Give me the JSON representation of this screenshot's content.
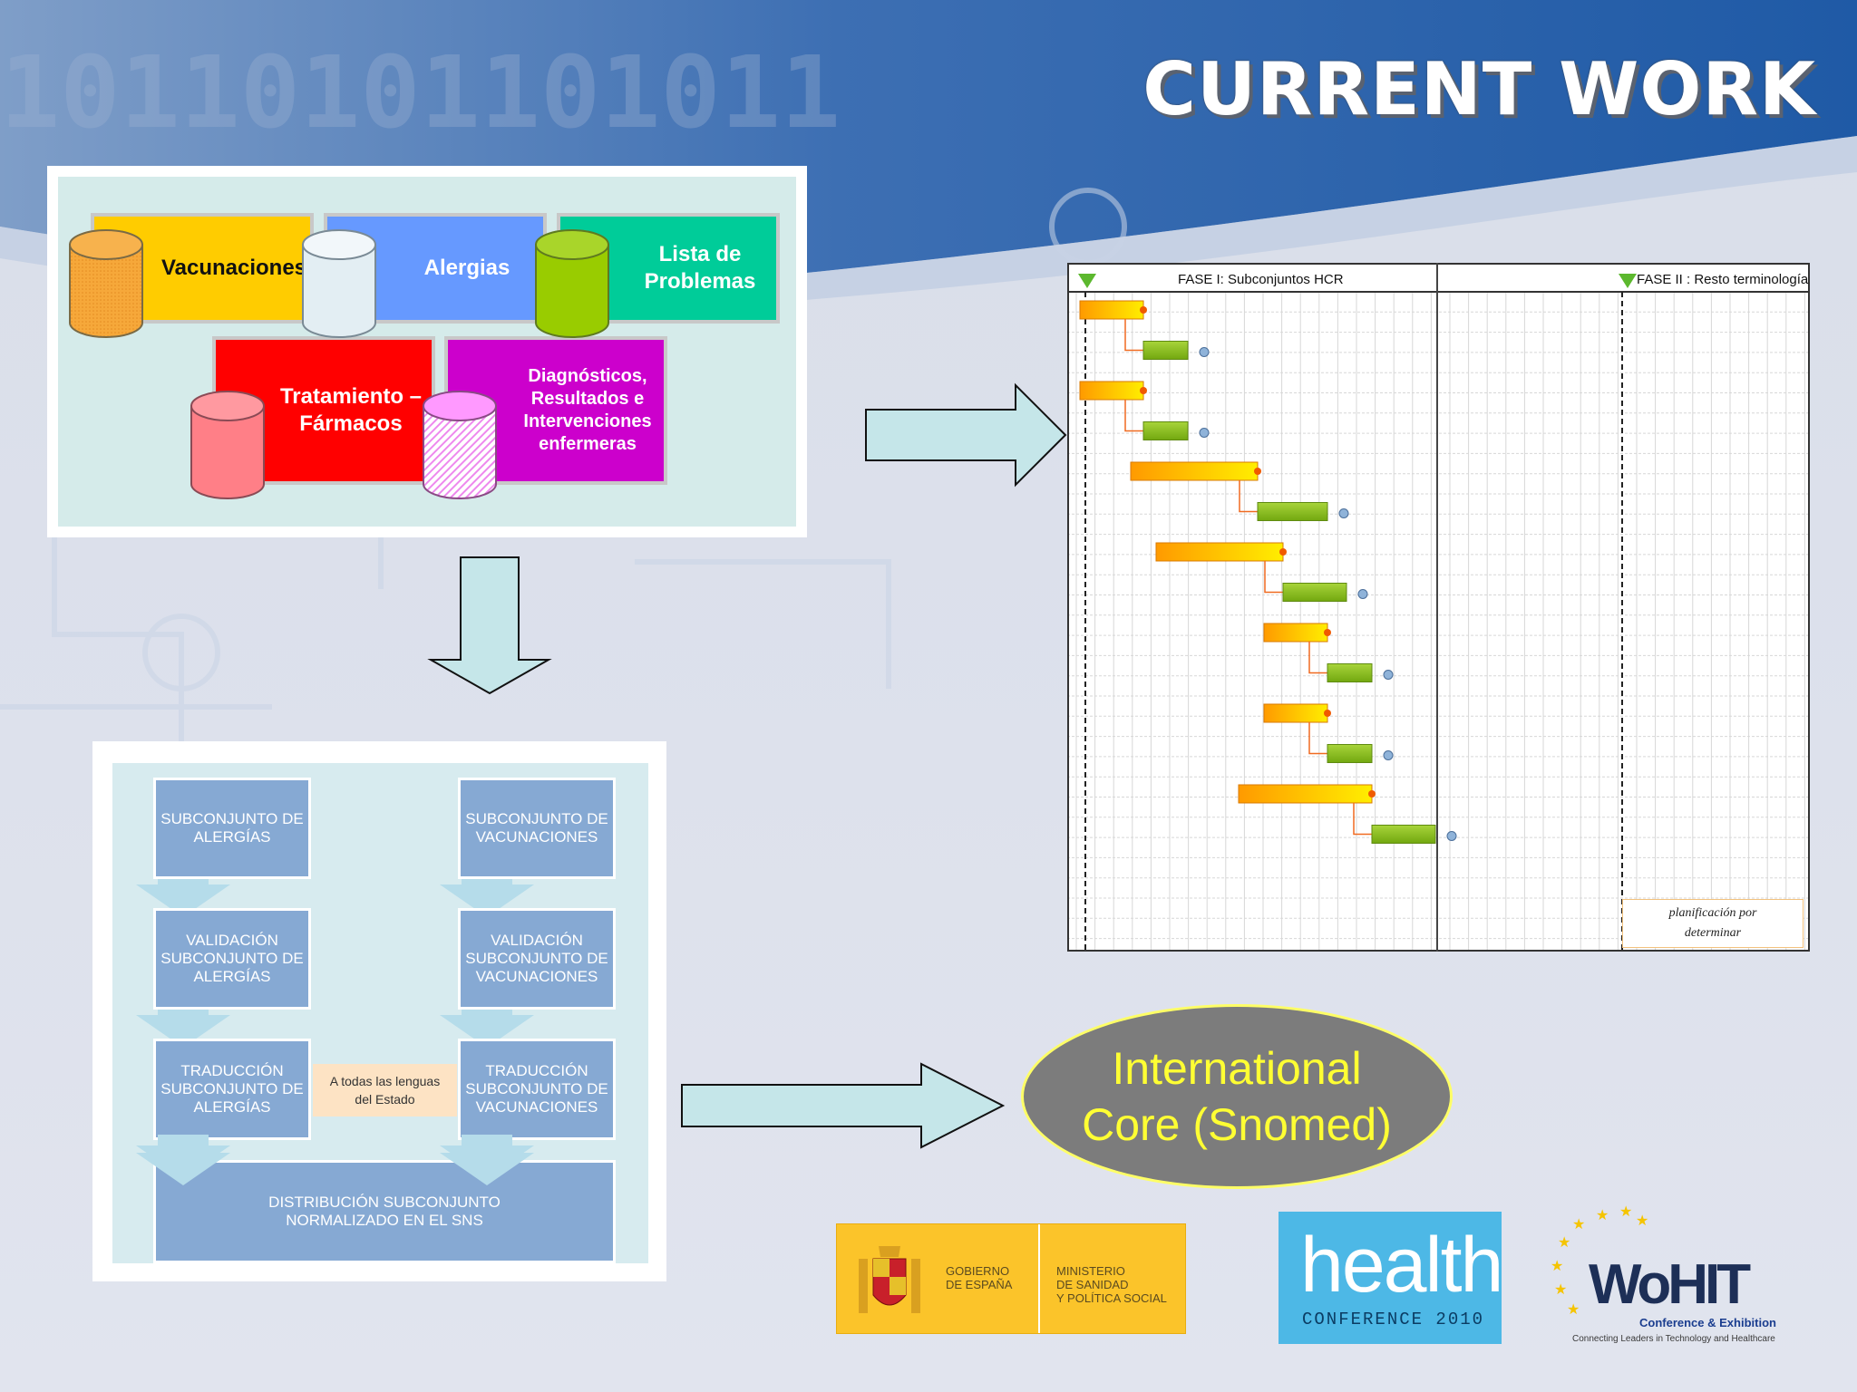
{
  "slide_title": "CURRENT WORK",
  "colors": {
    "header_blue": "#2a64ad",
    "arrow_fill": "#c5e6e9",
    "workflow_box": "#86a9d3",
    "bar_orange": "#ff9a00",
    "bar_green": "#8fc31f",
    "ellipse": "#7c7c7c",
    "ellipse_text": "#ffff33"
  },
  "subsets": [
    {
      "label": "Vacunaciones",
      "color": "#ffcc00",
      "cylinder": "#f6a83a",
      "text_color": "#111111"
    },
    {
      "label": "Alergias",
      "color": "#6699ff",
      "cylinder": "#e6f0f5",
      "text_color": "#ffffff"
    },
    {
      "label": "Lista de Problemas",
      "color": "#00cc99",
      "cylinder": "#99cc00",
      "text_color": "#ffffff"
    },
    {
      "label": "Tratamiento – Fármacos",
      "color": "#ff0000",
      "cylinder": "#ff7f87",
      "text_color": "#ffffff"
    },
    {
      "label": "Diagnósticos, Resultados e Intervenciones enfermeras",
      "color": "#cc00cc",
      "cylinder": "#ff99ff",
      "text_color": "#ffffff"
    }
  ],
  "workflow": {
    "left": [
      "SUBCONJUNTO DE ALERGÍAS",
      "VALIDACIÓN SUBCONJUNTO DE ALERGÍAS",
      "TRADUCCIÓN SUBCONJUNTO DE ALERGÍAS"
    ],
    "right": [
      "SUBCONJUNTO DE VACUNACIONES",
      "VALIDACIÓN SUBCONJUNTO DE VACUNACIONES",
      "TRADUCCIÓN SUBCONJUNTO DE VACUNACIONES"
    ],
    "note": "A todas las lenguas del Estado",
    "final": "DISTRIBUCIÓN SUBCONJUNTO NORMALIZADO EN EL SNS"
  },
  "gantt": {
    "phase1": "FASE I: Subconjuntos HCR",
    "phase2": "FASE II : Resto terminología",
    "note": "planificación por determinar",
    "tasks": [
      {
        "start": 0,
        "end": 10,
        "kind": "orange"
      },
      {
        "start": 10,
        "end": 17,
        "kind": "green"
      },
      {
        "start": 0,
        "end": 10,
        "kind": "orange"
      },
      {
        "start": 10,
        "end": 17,
        "kind": "green"
      },
      {
        "start": 8,
        "end": 28,
        "kind": "orange"
      },
      {
        "start": 28,
        "end": 39,
        "kind": "green"
      },
      {
        "start": 12,
        "end": 32,
        "kind": "orange"
      },
      {
        "start": 32,
        "end": 42,
        "kind": "green"
      },
      {
        "start": 29,
        "end": 39,
        "kind": "orange"
      },
      {
        "start": 39,
        "end": 46,
        "kind": "green"
      },
      {
        "start": 29,
        "end": 39,
        "kind": "orange"
      },
      {
        "start": 39,
        "end": 46,
        "kind": "green"
      },
      {
        "start": 25,
        "end": 46,
        "kind": "orange"
      },
      {
        "start": 46,
        "end": 56,
        "kind": "green"
      }
    ]
  },
  "core_label": "International Core (Snomed)",
  "logos": {
    "gobierno": "GOBIERNO\nDE ESPAÑA",
    "ministerio": "MINISTERIO\nDE SANIDAD\nY POLÍTICA SOCIAL",
    "health_word": "health",
    "health_sub": "CONFERENCE 2010",
    "whit_word": "WoHIT",
    "whit_sub1": "Conference & Exhibition",
    "whit_sub2": "Connecting Leaders in Technology and Healthcare"
  }
}
